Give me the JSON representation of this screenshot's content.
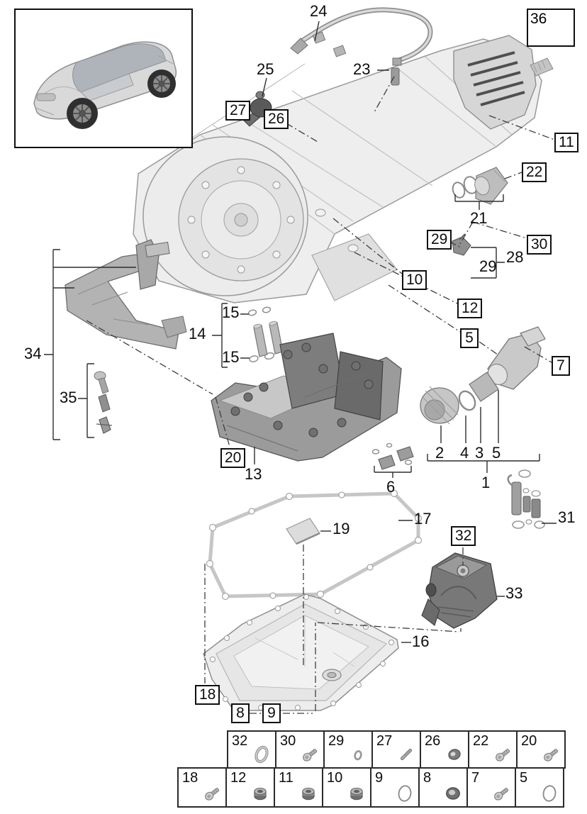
{
  "diagram": {
    "description": "Exploded parts diagram of an automatic transmission with oil pan, valve body, oil filter and sensors",
    "vehicle_thumbnail": "car-isometric-view",
    "colors": {
      "line": "#8f8f8f",
      "dark_part": "#6a6a6a",
      "light_part": "#ececec",
      "callout_border": "#0f0f0f",
      "table_border": "#2b2b2b",
      "background": "#ffffff"
    }
  },
  "callouts": {
    "c24": "24",
    "c23": "23",
    "c25": "25",
    "c27": "27",
    "c26": "26",
    "c36": "36",
    "c11": "11",
    "c22": "22",
    "c21": "21",
    "c29box": "29",
    "c30": "30",
    "c29": "29",
    "c28": "28",
    "c10": "10",
    "c12": "12",
    "c5box": "5",
    "c7": "7",
    "c34": "34",
    "c35": "35",
    "c15a": "15",
    "c14": "14",
    "c15b": "15",
    "c20": "20",
    "c13": "13",
    "c6": "6",
    "c2": "2",
    "c4": "4",
    "c3": "3",
    "c5": "5",
    "c1": "1",
    "c31": "31",
    "c17": "17",
    "c19": "19",
    "c32": "32",
    "c33": "33",
    "c16": "16",
    "c18": "18",
    "c8": "8",
    "c9": "9"
  },
  "parts_table": {
    "row1": [
      {
        "num": "32",
        "icon": "o-ring"
      },
      {
        "num": "30",
        "icon": "screw"
      },
      {
        "num": "29",
        "icon": "o-ring-small"
      },
      {
        "num": "27",
        "icon": "stud"
      },
      {
        "num": "26",
        "icon": "seal-ring-dark"
      },
      {
        "num": "22",
        "icon": "screw"
      },
      {
        "num": "20",
        "icon": "screw"
      }
    ],
    "row2": [
      {
        "num": "18",
        "icon": "screw"
      },
      {
        "num": "12",
        "icon": "plug"
      },
      {
        "num": "11",
        "icon": "plug"
      },
      {
        "num": "10",
        "icon": "plug"
      },
      {
        "num": "9",
        "icon": "o-ring-outline"
      },
      {
        "num": "8",
        "icon": "seal-dark"
      },
      {
        "num": "7",
        "icon": "screw"
      },
      {
        "num": "5",
        "icon": "o-ring-outline"
      }
    ]
  }
}
